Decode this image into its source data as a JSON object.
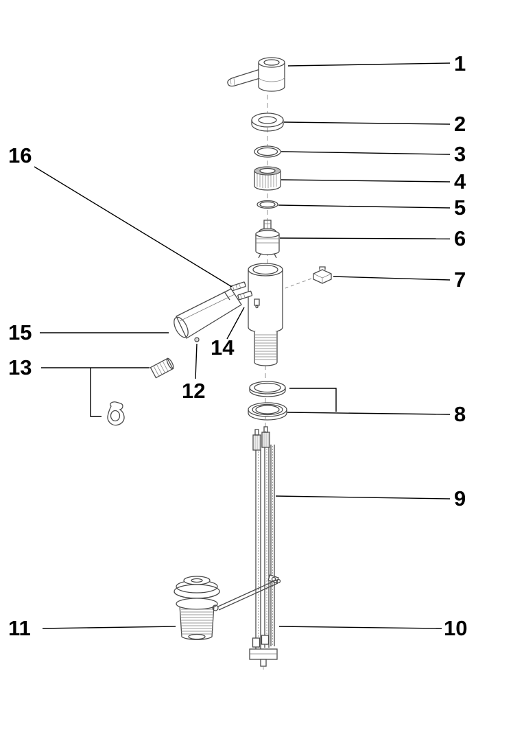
{
  "page": {
    "background": "#ffffff",
    "leader_line_color": "#000000",
    "part_stroke_color": "#4a4a4a"
  },
  "diagram": {
    "type": "exploded-parts-diagram",
    "labels": [
      "1",
      "2",
      "3",
      "4",
      "5",
      "6",
      "7",
      "8",
      "9",
      "10",
      "11",
      "12",
      "13",
      "14",
      "15",
      "16"
    ]
  }
}
